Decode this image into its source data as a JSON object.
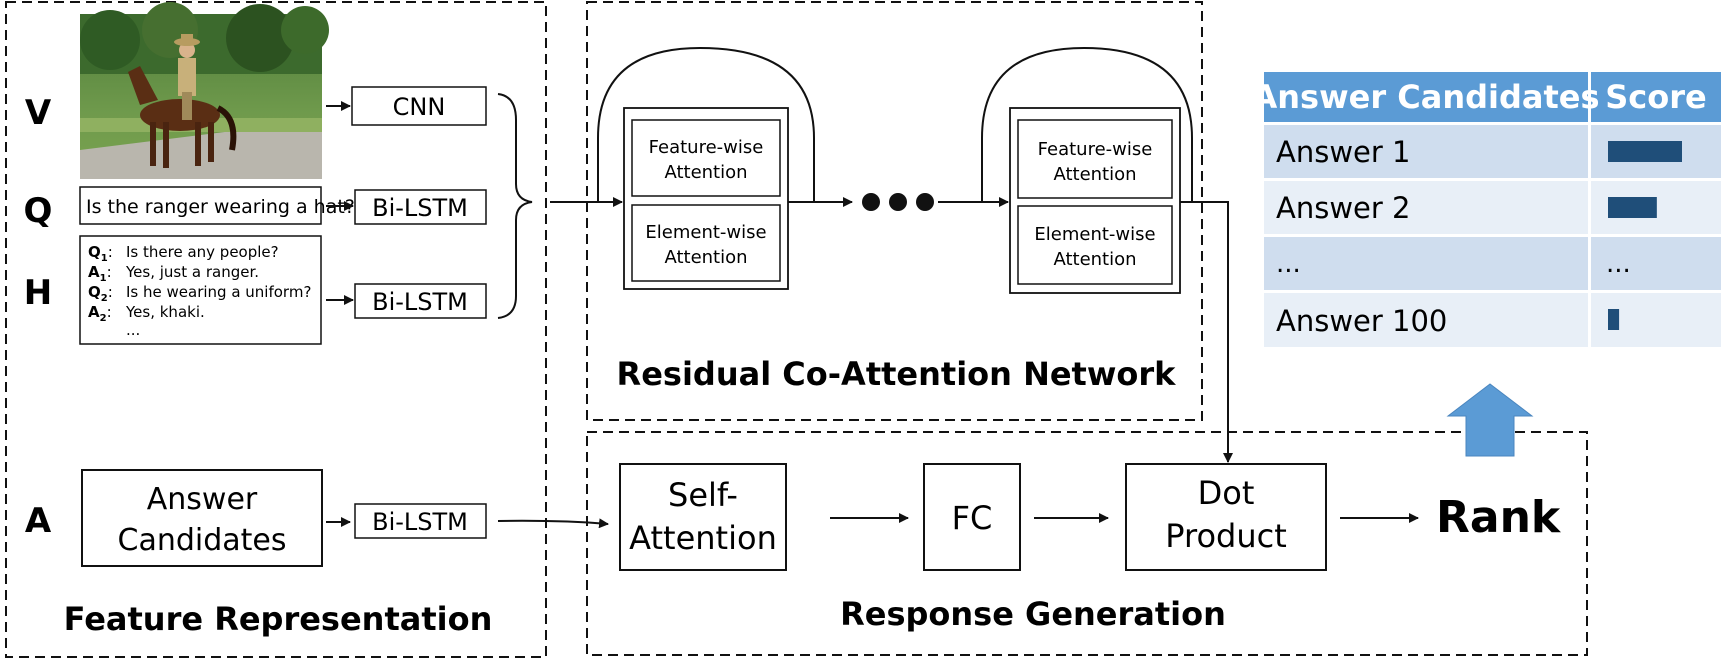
{
  "rows": {
    "v": "V",
    "q": "Q",
    "h": "H",
    "a": "A"
  },
  "question_text": "Is the ranger wearing a hat?",
  "history": [
    {
      "q": "Q",
      "sub": "1",
      "text": "Is there any people?"
    },
    {
      "q": "A",
      "sub": "1",
      "text": "Yes, just a ranger."
    },
    {
      "q": "Q",
      "sub": "2",
      "text": "Is he wearing a uniform?"
    },
    {
      "q": "A",
      "sub": "2",
      "text": "Yes, khaki."
    }
  ],
  "history_ellipsis": "...",
  "encoders": {
    "cnn": "CNN",
    "bilstm_q": "Bi-LSTM",
    "bilstm_h": "Bi-LSTM",
    "bilstm_a": "Bi-LSTM"
  },
  "answer_candidates_box": {
    "line1": "Answer",
    "line2": "Candidates"
  },
  "blocks": {
    "block1": {
      "fw1": "Feature-wise",
      "fw2": "Attention",
      "ew1": "Element-wise",
      "ew2": "Attention"
    },
    "block2": {
      "fw1": "Feature-wise",
      "fw2": "Attention",
      "ew1": "Element-wise",
      "ew2": "Attention"
    }
  },
  "response": {
    "self_attention": {
      "line1": "Self-",
      "line2": "Attention"
    },
    "fc": "FC",
    "dot_product": {
      "line1": "Dot",
      "line2": "Product"
    },
    "rank": "Rank"
  },
  "section_titles": {
    "feature": "Feature Representation",
    "residual": "Residual Co-Attention Network",
    "response": "Response Generation"
  },
  "table": {
    "headers": [
      "Answer Candidates",
      "Score"
    ],
    "rows": [
      {
        "answer": "Answer 1",
        "score": 1.0
      },
      {
        "answer": "Answer 2",
        "score": 0.66
      },
      {
        "answer": "...",
        "score_text": "..."
      },
      {
        "answer": "Answer 100",
        "score": 0.15
      }
    ],
    "colors": {
      "header": "#5b9bd5",
      "row_dark": "#cfddee",
      "row_light": "#e8eff7",
      "bar": "#1f4e79"
    }
  },
  "arrow_up_color": "#5b9bd5"
}
